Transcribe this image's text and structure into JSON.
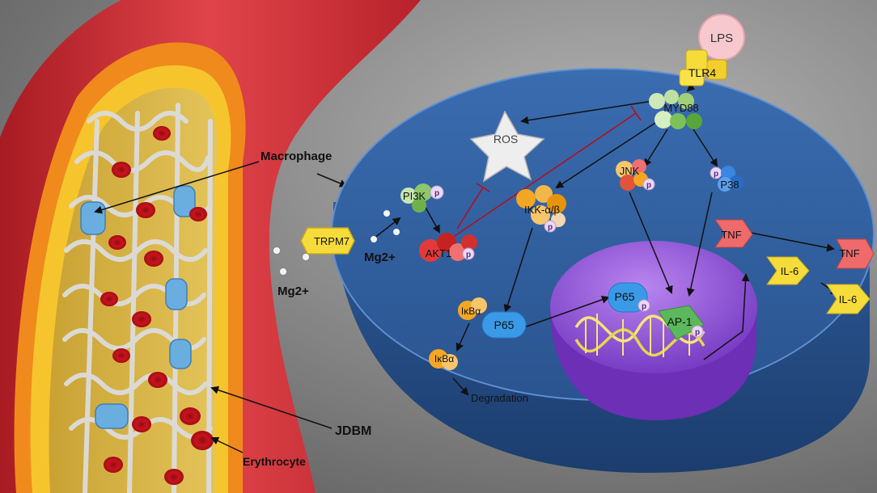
{
  "vessel": {
    "macrophage_label": "Macrophage",
    "stent_label": "JDBM",
    "erythrocyte_label": "Erythrocyte"
  },
  "ions": {
    "outside_label": "Mg2+",
    "inside_label": "Mg2+"
  },
  "channel": {
    "label": "TRPM7"
  },
  "receptor": {
    "ligand": "LPS",
    "receptor": "TLR4",
    "adaptor": "MYD88"
  },
  "ros": {
    "label": "ROS"
  },
  "pi3k_pathway": {
    "pi3k": "PI3K",
    "akt": "AKT1"
  },
  "nfkb_pathway": {
    "ikk": "IKK-α/β",
    "ikba_1": "IκBα",
    "ikba_2": "IκBα",
    "degradation": "Degradation",
    "p65_cyto": "P65",
    "p65_nucleus": "P65"
  },
  "mapk_pathway": {
    "jnk": "JNK",
    "p38": "P38",
    "ap1": "AP-1"
  },
  "phospho_marker": "p",
  "cytokines": {
    "tnf_inside": "TNF",
    "tnf_outside": "TNF",
    "il6_inside": "IL-6",
    "il6_outside": "IL-6"
  },
  "colors": {
    "background": "#7a7a7a",
    "cell": "#2f5f9e",
    "nucleus": "#8a4fd0",
    "vessel_outer": "#c8262b",
    "inhibition": "#b01020"
  }
}
